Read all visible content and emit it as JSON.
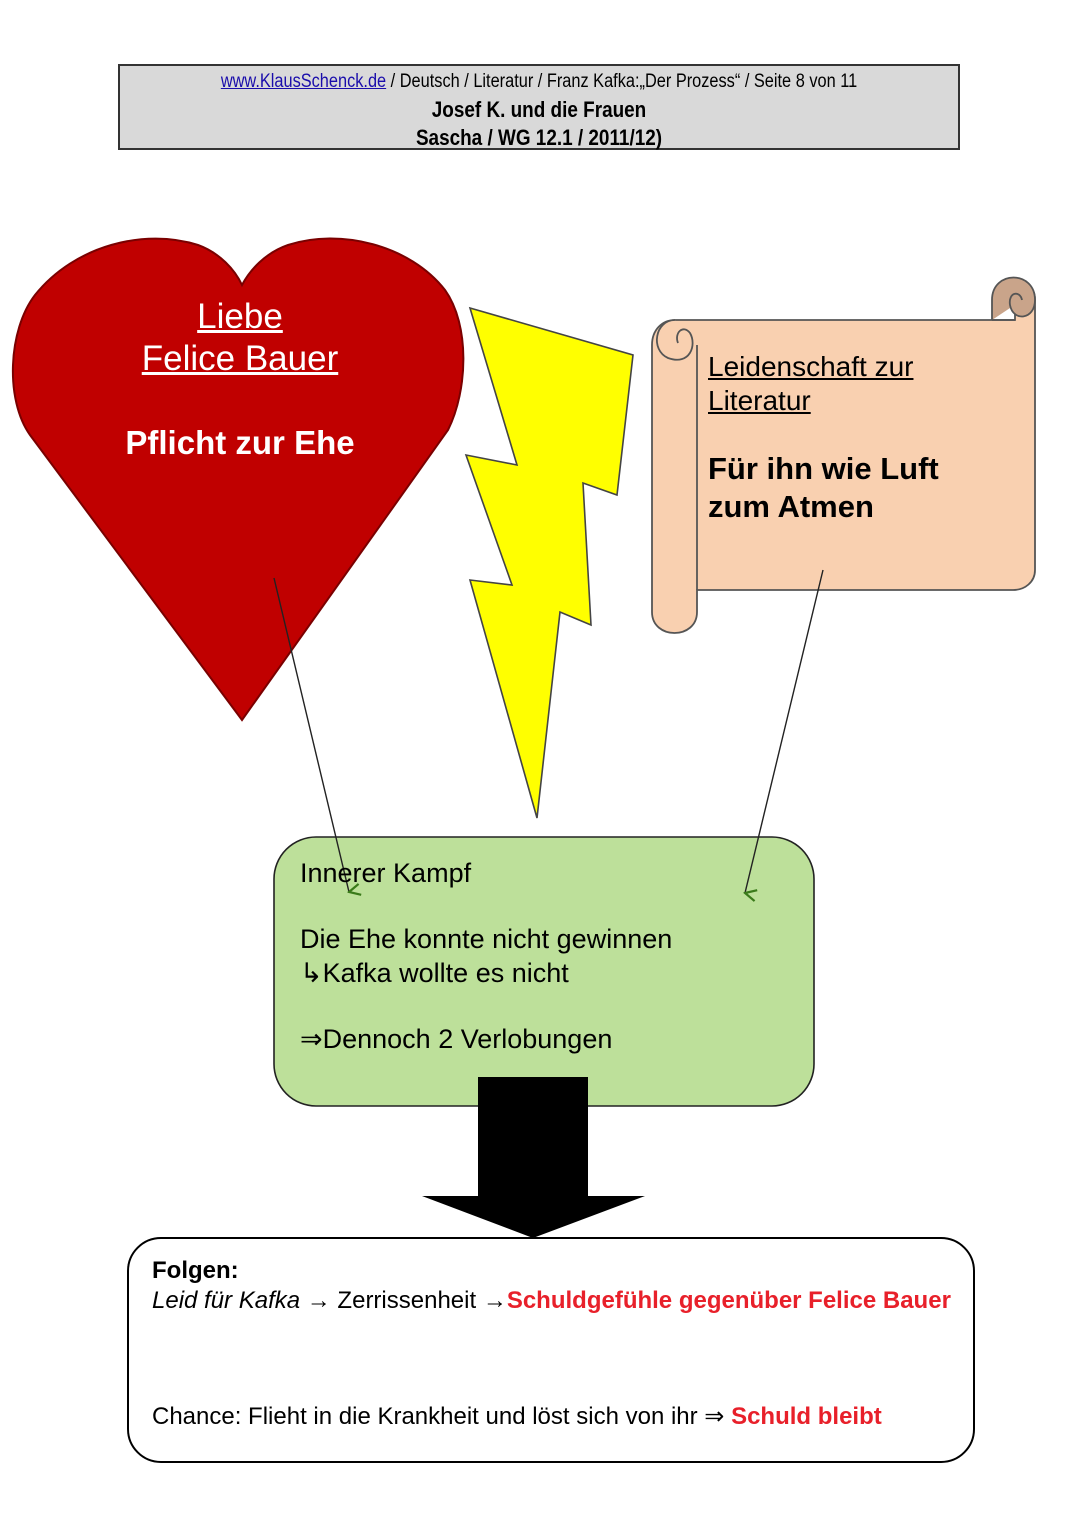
{
  "header": {
    "link": "www.KlausSchenck.de",
    "path": " / Deutsch / Literatur / Franz Kafka:„Der Prozess“ / Seite 8 von 11",
    "title": "Josef K. und die Frauen",
    "subtitle": "Sascha / WG 12.1 / 2011/12)"
  },
  "heart": {
    "line1": "Liebe",
    "line2": "Felice Bauer",
    "line3": "Pflicht zur Ehe",
    "color": "#c00000"
  },
  "scroll": {
    "line1": "Leidenschaft zur Literatur",
    "line2": "Für ihn wie Luft zum Atmen",
    "color": "#f9d0b0"
  },
  "lightning": {
    "color": "#ffff00"
  },
  "conflict": {
    "title": "Innerer Kampf",
    "line1": "Die Ehe konnte nicht gewinnen",
    "line2": "↳Kafka wollte es nicht",
    "line3": "⇒Dennoch 2 Verlobungen",
    "color": "#bde09a"
  },
  "consequences": {
    "label": "Folgen:",
    "part1": "Leid für Kafka",
    "part2": " → Zerrissenheit →",
    "part3": "Schuldgefühle gegenüber Felice Bauer",
    "chance": "Chance: Flieht in die Krankheit und löst sich von ihr ⇒ ",
    "chance_red": "Schuld bleibt",
    "red_color": "#e8202a"
  }
}
